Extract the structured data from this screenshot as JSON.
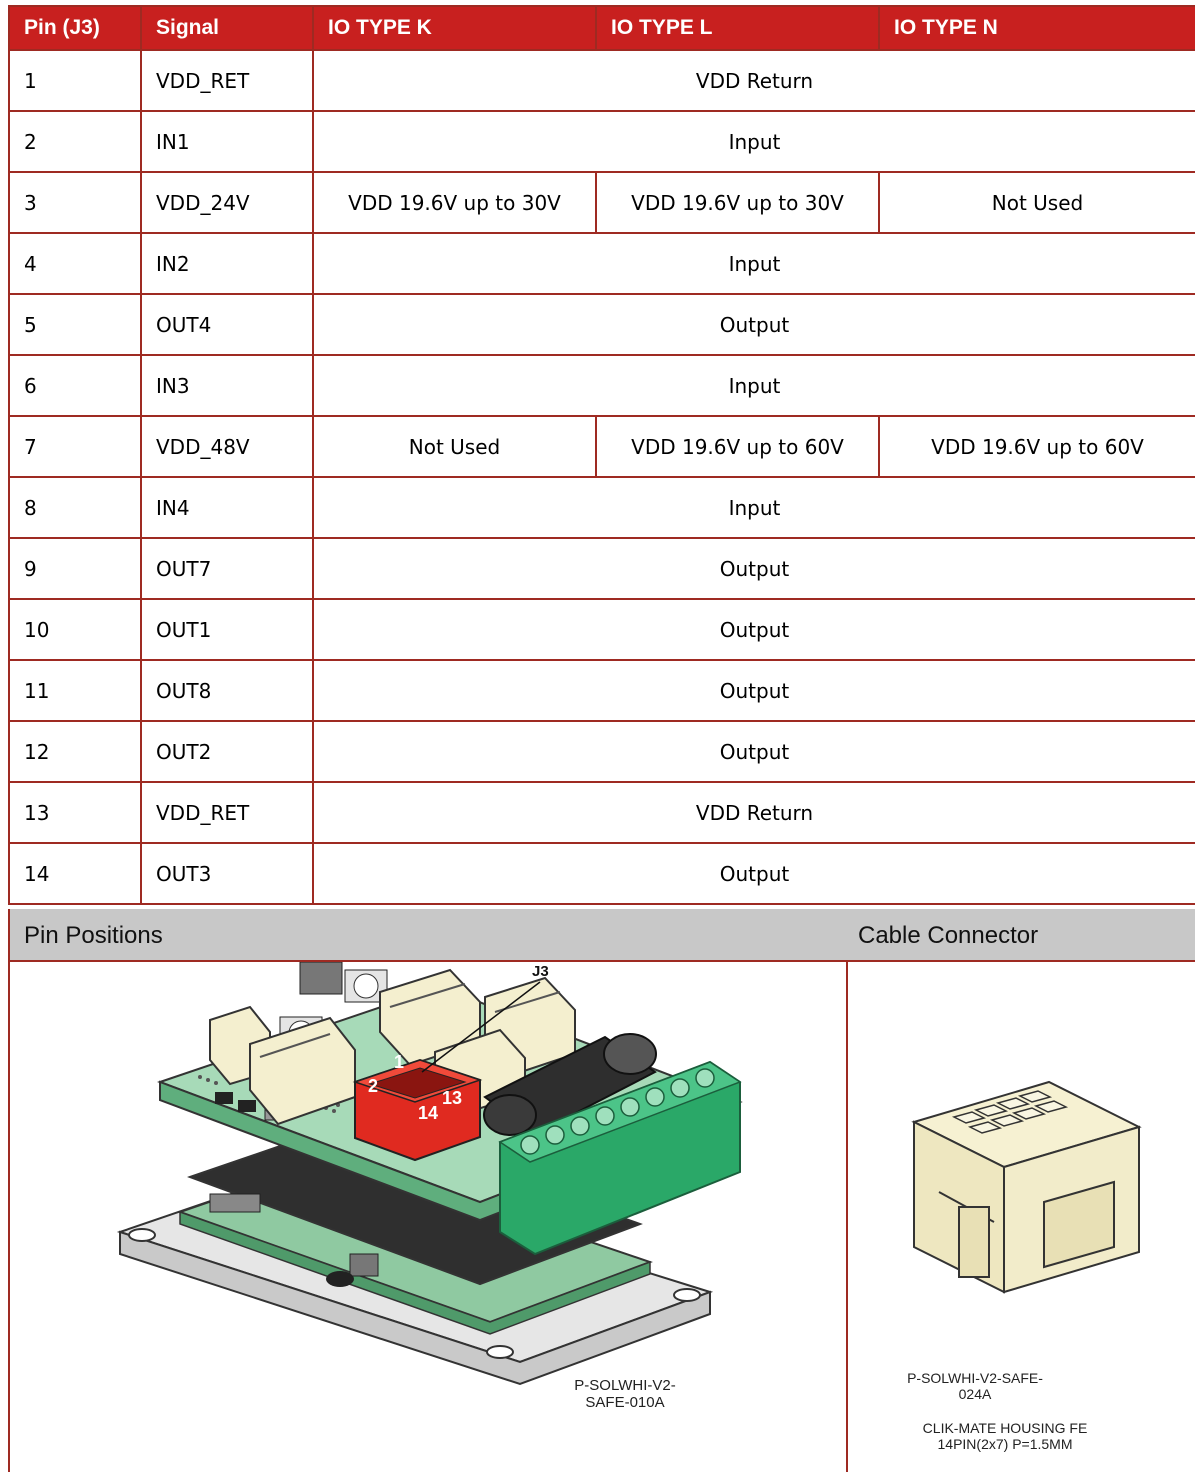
{
  "headers": [
    "Pin (J3)",
    "Signal",
    "IO TYPE K",
    "IO TYPE L",
    "IO TYPE N"
  ],
  "rows": [
    {
      "pin": "1",
      "signal": "VDD_RET",
      "value": "VDD Return"
    },
    {
      "pin": "2",
      "signal": "IN1",
      "value": "Input"
    },
    {
      "pin": "3",
      "signal": "VDD_24V",
      "k": "VDD 19.6V up to 30V",
      "l": "VDD 19.6V up to 30V",
      "n": "Not Used"
    },
    {
      "pin": "4",
      "signal": "IN2",
      "value": "Input"
    },
    {
      "pin": "5",
      "signal": "OUT4",
      "value": "Output"
    },
    {
      "pin": "6",
      "signal": "IN3",
      "value": "Input"
    },
    {
      "pin": "7",
      "signal": "VDD_48V",
      "k": "Not Used",
      "l": "VDD 19.6V up to 60V",
      "n": "VDD 19.6V up to 60V"
    },
    {
      "pin": "8",
      "signal": "IN4",
      "value": "Input"
    },
    {
      "pin": "9",
      "signal": "OUT7",
      "value": "Output"
    },
    {
      "pin": "10",
      "signal": "OUT1",
      "value": "Output"
    },
    {
      "pin": "11",
      "signal": "OUT8",
      "value": "Output"
    },
    {
      "pin": "12",
      "signal": "OUT2",
      "value": "Output"
    },
    {
      "pin": "13",
      "signal": "VDD_RET",
      "value": "VDD Return"
    },
    {
      "pin": "14",
      "signal": "OUT3",
      "value": "Output"
    }
  ],
  "pin_positions": {
    "title": "Pin Positions",
    "connector_label": "J3",
    "pin_labels": [
      "1",
      "2",
      "13",
      "14"
    ],
    "board_part": "P-SOLWHI-V2-SAFE-010A"
  },
  "cable_connector": {
    "title": "Cable Connector",
    "part_number": "P-SOLWHI-V2-SAFE-024A",
    "description": "CLIK-MATE HOUSING FE 14PIN(2x7) P=1.5MM"
  },
  "colors": {
    "header_red": "#c8201f",
    "border_red": "#9e2a22",
    "panel_header_gray": "#c8c8c8",
    "connector_red": "#e02a20",
    "terminal_green": "#2aa868",
    "pcb_green": "#9fd3b0"
  }
}
